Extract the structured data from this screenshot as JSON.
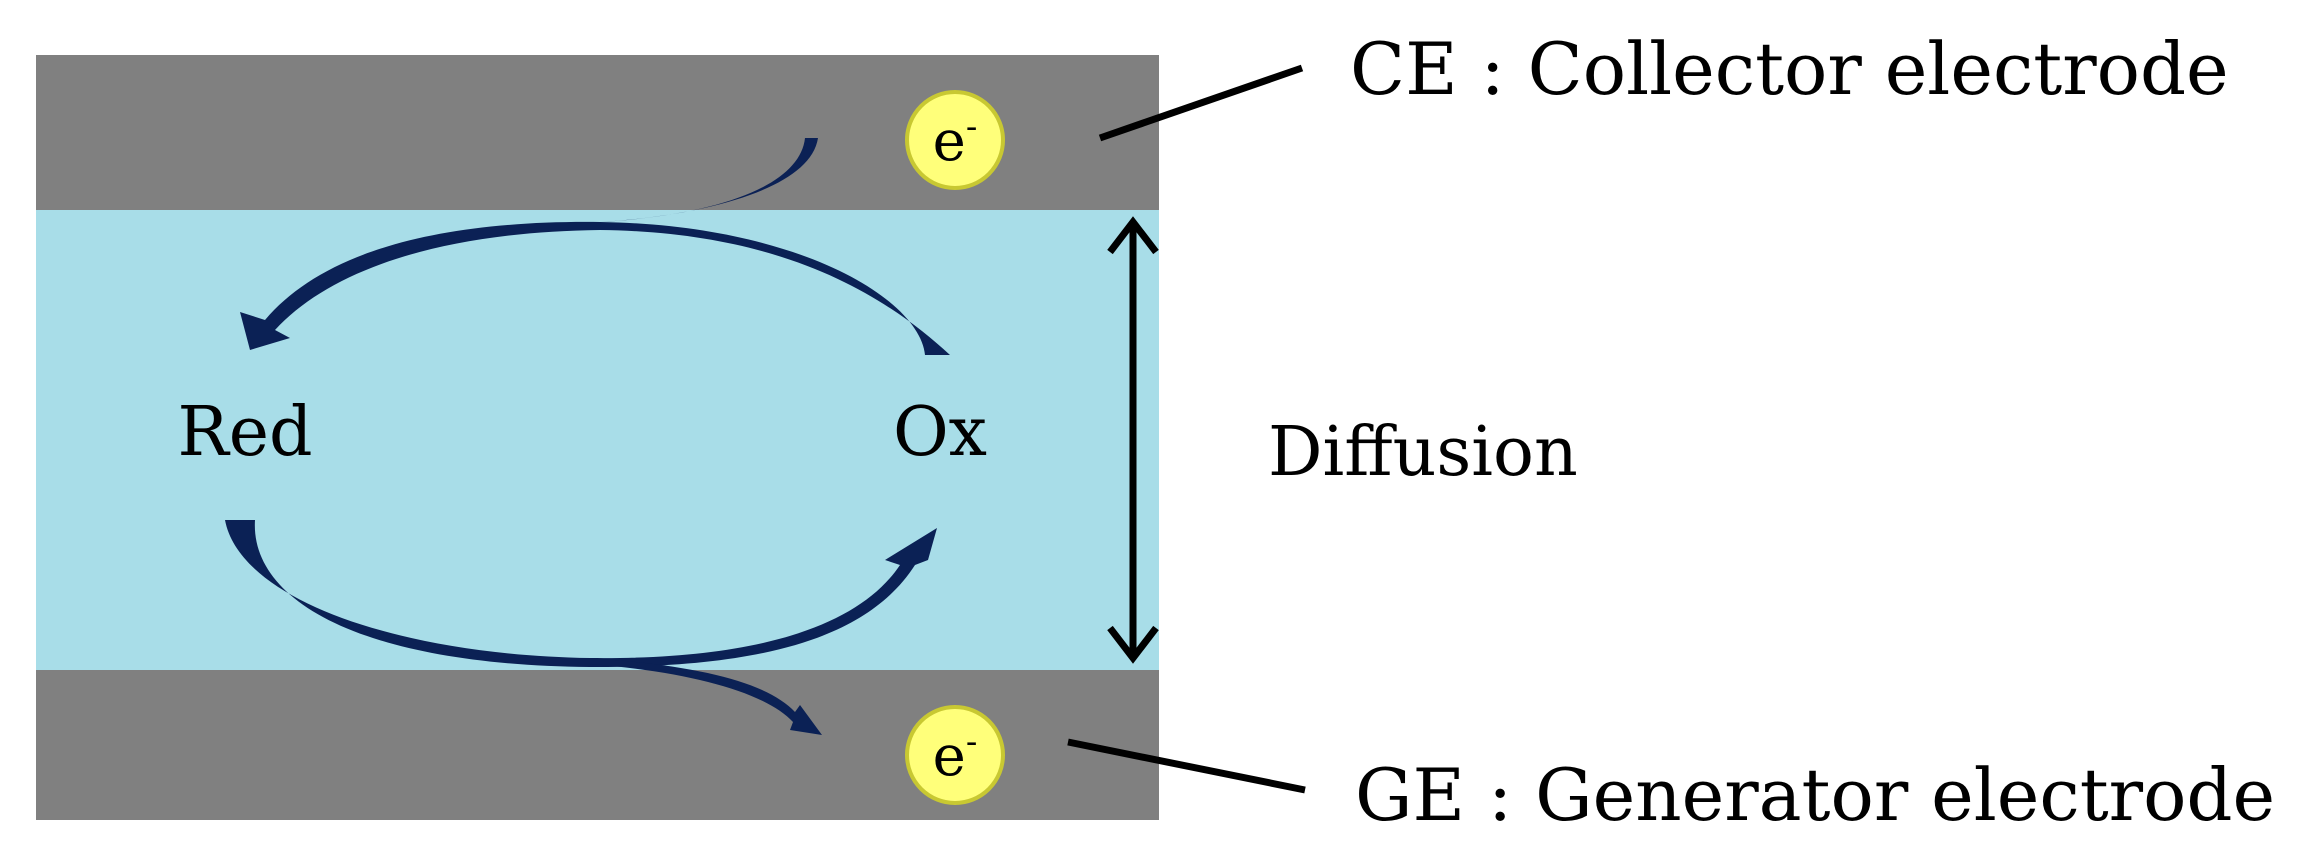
{
  "labels": {
    "collector": "CE : Collector electrode",
    "generator": "GE : Generator electrode",
    "diffusion": "Diffusion",
    "red": "Red",
    "ox": "Ox"
  },
  "electron": {
    "symbol": "e",
    "superscript": "-"
  },
  "colors": {
    "electrode": "#808080",
    "solution": "#a8dde8",
    "arrow": "#0b2155",
    "electron_fill": "#ffff7a",
    "electron_stroke": "#c8c832",
    "line": "#000000"
  },
  "icons": {
    "electron_top": "electron-circle-icon",
    "electron_bottom": "electron-circle-icon",
    "diffusion_arrow": "double-headed-arrow-icon",
    "cycle_arrows": "curved-arrow-icon"
  }
}
